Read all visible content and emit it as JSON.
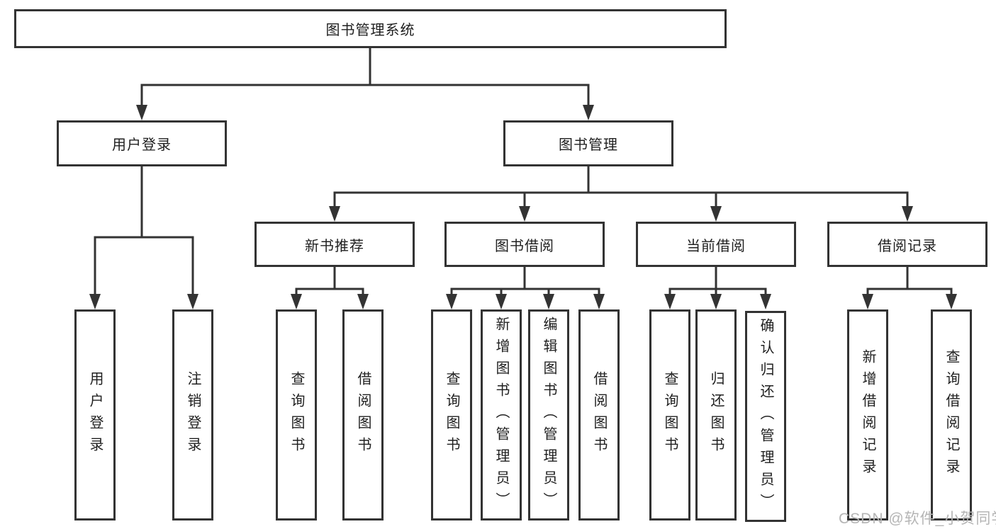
{
  "diagram": {
    "title_node": {
      "label": "图书管理系统"
    },
    "level2": [
      {
        "id": "user-login",
        "label": "用户登录"
      },
      {
        "id": "book-management",
        "label": "图书管理"
      }
    ],
    "level3": [
      {
        "id": "new-book-recommend",
        "label": "新书推荐"
      },
      {
        "id": "book-borrow",
        "label": "图书借阅"
      },
      {
        "id": "current-borrow",
        "label": "当前借阅"
      },
      {
        "id": "borrow-records",
        "label": "借阅记录"
      }
    ],
    "leaves": {
      "user_login": [
        {
          "label": "用户登录"
        },
        {
          "label": "注销登录"
        }
      ],
      "new_books": [
        {
          "label": "查询图书"
        },
        {
          "label": "借阅图书"
        }
      ],
      "book_borrow": [
        {
          "label": "查询图书"
        },
        {
          "label": "新增图书（管理员）"
        },
        {
          "label": "编辑图书（管理员）"
        },
        {
          "label": "借阅图书"
        }
      ],
      "current_borrow": [
        {
          "label": "查询图书"
        },
        {
          "label": "归还图书"
        },
        {
          "label": "确认归还（管理员）"
        }
      ],
      "borrow_records": [
        {
          "label": "新增借阅记录"
        },
        {
          "label": "查询借阅记录"
        }
      ]
    },
    "watermark": "CSDN @软件_小贺同学",
    "colors": {
      "line": "#333333",
      "text": "#1f1f1f",
      "watermark": "#b5b5b5",
      "background": "#ffffff"
    }
  }
}
